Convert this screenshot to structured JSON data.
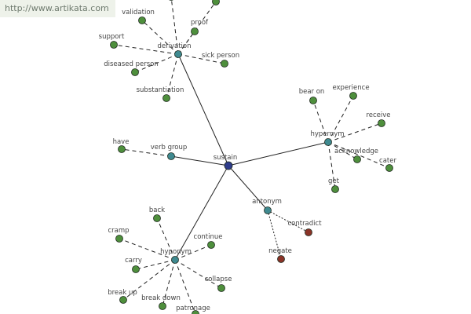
{
  "watermark": {
    "text": "http://www.artikata.com"
  },
  "colors": {
    "root": "#2f3c8c",
    "relation": "#3f8a90",
    "leaf": "#4e8f3c",
    "antonym_leaf": "#8a3327",
    "edge": "#222222"
  },
  "graph": {
    "root": {
      "id": "sustain",
      "label": "sustain"
    },
    "relations": [
      {
        "id": "derivation",
        "label": "derivation",
        "edge": "solid",
        "leaves": [
          "",
          "",
          "validation",
          "proof",
          "support",
          "sick person",
          "diseased person",
          "substantiation"
        ]
      },
      {
        "id": "hypernym",
        "label": "hypernym",
        "edge": "solid",
        "leaves": [
          "bear on",
          "experience",
          "receive",
          "acknowledge",
          "cater",
          "get"
        ]
      },
      {
        "id": "verb-group",
        "label": "verb group",
        "edge": "solid",
        "leaves": [
          "have"
        ]
      },
      {
        "id": "antonym",
        "label": "antonym",
        "edge": "solid",
        "leaves": [
          "contradict",
          "negate"
        ]
      },
      {
        "id": "hyponym",
        "label": "hyponym",
        "edge": "solid",
        "leaves": [
          "back",
          "cramp",
          "continue",
          "carry",
          "collapse",
          "break up",
          "break down",
          "patronage"
        ]
      }
    ]
  }
}
